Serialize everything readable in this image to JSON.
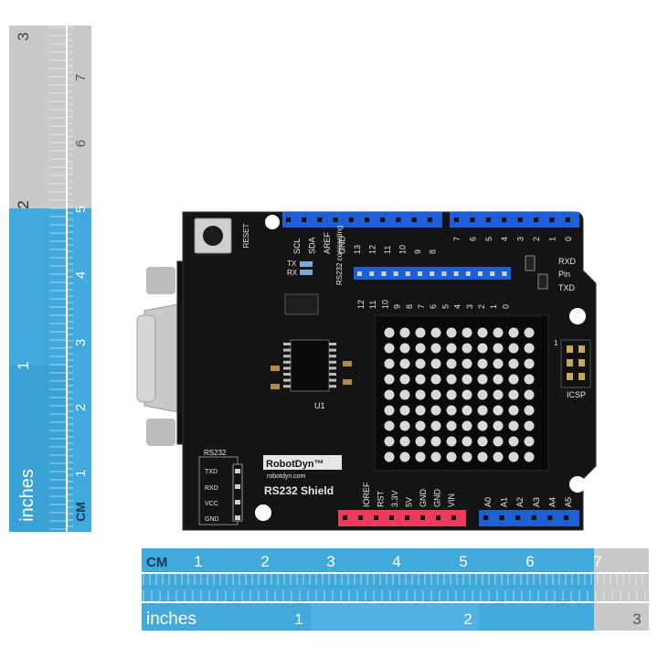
{
  "rulers": {
    "vertical_inches": {
      "unit_label": "inches",
      "labels": [
        "1",
        "2",
        "3"
      ]
    },
    "vertical_cm": {
      "unit_label": "CM",
      "labels": [
        "1",
        "2",
        "3",
        "4",
        "5",
        "6",
        "7"
      ]
    },
    "horizontal_cm": {
      "unit_label": "CM",
      "labels": [
        "1",
        "2",
        "3",
        "4",
        "5",
        "6",
        "7"
      ]
    },
    "horizontal_inches": {
      "unit_label": "inches",
      "labels": [
        "1",
        "2",
        "3"
      ]
    },
    "colors": {
      "blue": "#41a9dc",
      "blue_dark": "#2e93c8",
      "grey": "#c9c9c9",
      "grey_dark": "#b0b0b0"
    }
  },
  "board": {
    "brand": "RobotDyn™",
    "website": "robotdyn.com",
    "product_name": "RS232 Shield",
    "reset_label": "RESET",
    "ic_label": "U1",
    "icsp_label": "ICSP",
    "icsp_pin1": "1",
    "rs232_connecting_label": "RS232 connecting",
    "tx_label": "TX",
    "rx_label": "RX",
    "serial_jumper_labels": [
      "RXD",
      "Pin",
      "TXD"
    ],
    "top_left_header_labels": [
      "SCL",
      "SDA",
      "AREF",
      "GND",
      "13",
      "12",
      "11",
      "10",
      "9",
      "8"
    ],
    "top_right_header_labels": [
      "7",
      "6",
      "5",
      "4",
      "3",
      "2",
      "1",
      "0"
    ],
    "jumper_row_labels": [
      "12",
      "11",
      "10",
      "9",
      "8",
      "7",
      "6",
      "5",
      "4",
      "3",
      "2",
      "1",
      "0"
    ],
    "power_header_labels": [
      "IOREF",
      "RST",
      "3.3V",
      "5V",
      "GND",
      "GND",
      "VIN"
    ],
    "analog_header_labels": [
      "A0",
      "A1",
      "A2",
      "A3",
      "A4",
      "A5"
    ],
    "rs232_header_title": "RS232",
    "rs232_header_pins": [
      "TXD",
      "RXD",
      "VCC",
      "GND"
    ],
    "colors": {
      "pcb": "#141414",
      "header_blue": "#1f5fd6",
      "header_red": "#ee3a5b",
      "proto_pad": "#d9d9d9",
      "silkscreen": "#e6e6e6"
    }
  }
}
